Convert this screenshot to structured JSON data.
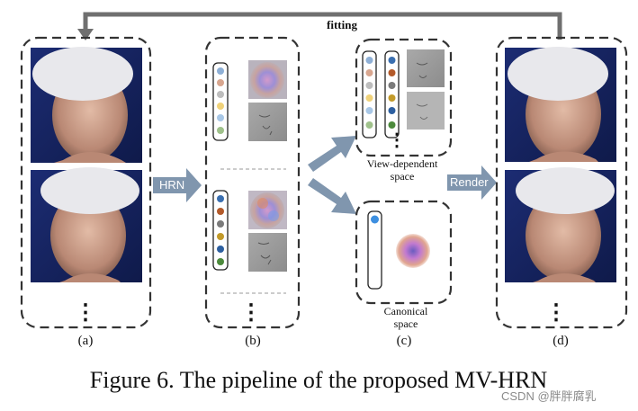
{
  "figure": {
    "caption": "Figure 6. The pipeline of the proposed MV-HRN",
    "loop_label": "fitting",
    "arrows": {
      "hrn": "HRN",
      "render": "Render"
    },
    "spaces": {
      "view_dependent": [
        "View-dependent",
        "space"
      ],
      "canonical": [
        "Canonical",
        "space"
      ]
    },
    "stage_labels": [
      "(a)",
      "(b)",
      "(c)",
      "(d)"
    ],
    "ellipsis": "⋮",
    "watermark": "CSDN @胖胖腐乳",
    "colors": {
      "accent_arrow": "#8096ae",
      "loop_arrow": "#6f6f6f",
      "dash": "#333333",
      "skin": "#caa28e",
      "backdrop": "#1a2a6b"
    },
    "coefficient_palette": {
      "stage_b_top": [
        "#8fb0d6",
        "#d8a68f",
        "#bdbdbd",
        "#f0d27a",
        "#a8c7e6",
        "#9fc18b"
      ],
      "stage_b_bottom": [
        "#3a6fb0",
        "#b35a2a",
        "#7a7a7a",
        "#c29a2a",
        "#2d5fa0",
        "#4c8a3c"
      ],
      "canonical": [
        "#3d8fe0"
      ]
    }
  }
}
